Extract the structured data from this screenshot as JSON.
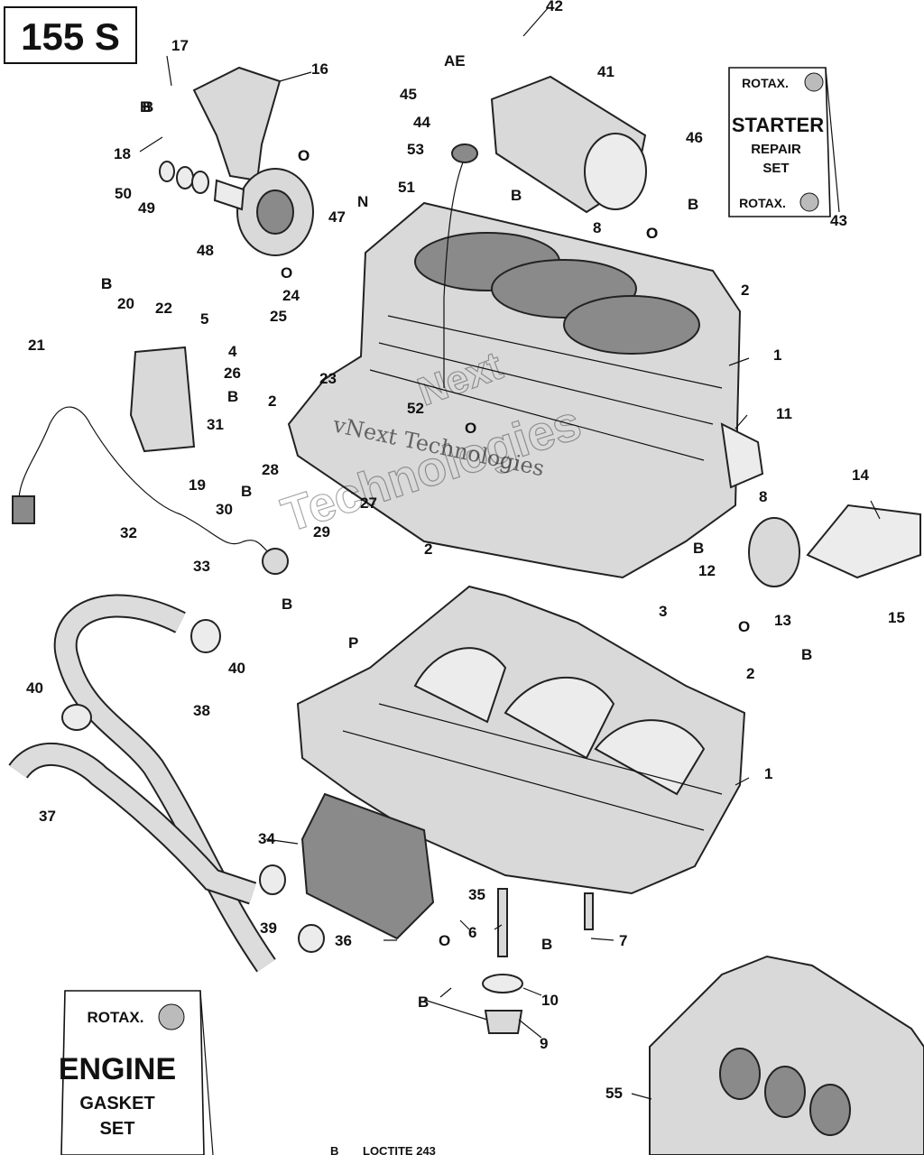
{
  "model_label": "155 S",
  "watermark": {
    "line1": "vNext Technologies",
    "brand": "Next",
    "word": "Technologies"
  },
  "kits": {
    "starter": {
      "brand": "ROTAX.",
      "line1": "STARTER",
      "line2": "REPAIR",
      "line3": "SET",
      "callout": "43"
    },
    "engine": {
      "brand": "ROTAX.",
      "line1": "ENGINE",
      "line2": "GASKET",
      "line3": "SET"
    }
  },
  "legend": {
    "code": "B",
    "text": "LOCTITE 243"
  },
  "callouts": [
    "1",
    "1",
    "2",
    "2",
    "2",
    "2",
    "3",
    "4",
    "5",
    "6",
    "7",
    "8",
    "8",
    "9",
    "10",
    "11",
    "12",
    "13",
    "14",
    "15",
    "16",
    "17",
    "18",
    "19",
    "20",
    "21",
    "22",
    "23",
    "24",
    "25",
    "26",
    "27",
    "28",
    "29",
    "30",
    "31",
    "32",
    "33",
    "34",
    "35",
    "36",
    "37",
    "38",
    "39",
    "40",
    "40",
    "41",
    "42",
    "44",
    "45",
    "46",
    "47",
    "48",
    "49",
    "50",
    "51",
    "52",
    "53",
    "55"
  ],
  "codes": [
    "AE",
    "B",
    "B",
    "B",
    "B",
    "B",
    "B",
    "B",
    "B",
    "B",
    "B",
    "B",
    "B",
    "B",
    "N",
    "O",
    "O",
    "O",
    "O",
    "O",
    "O",
    "O",
    "P",
    "O"
  ]
}
